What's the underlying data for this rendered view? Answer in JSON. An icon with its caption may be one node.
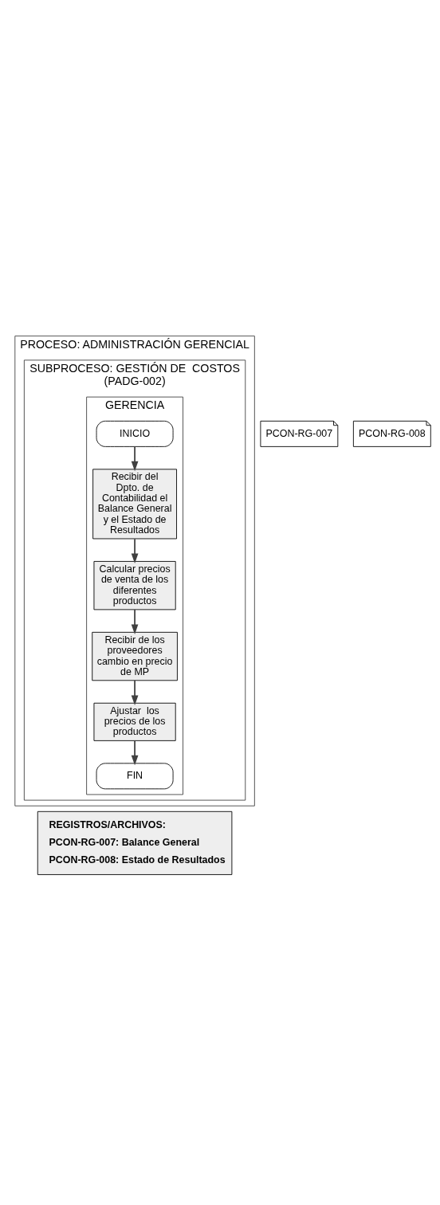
{
  "diagram": {
    "nodes": [
      {
        "text": [
          "PROCESO: ADMINISTRACIÓN GERENCIAL"
        ]
      },
      {
        "text": [
          "SUBPROCESO: GESTIÓN DE  COSTOS (PADG-002)"
        ],
        "in": 0
      },
      {
        "text": [
          "GERENCIA"
        ],
        "in": 1
      },
      {
        "text": [
          "INICIO"
        ],
        "in": 2
      },
      {
        "text": [
          "Recibir del Dpto. de Contabilidad el Balance General y el Estado de Resultados"
        ],
        "in": 2
      },
      {
        "text": [
          "PCON-RG-007"
        ]
      },
      {
        "text": [
          "PCON-RG-008"
        ]
      },
      {
        "text": [
          "Calcular precios de venta de los diferentes productos"
        ],
        "in": 2
      },
      {
        "text": [
          "Recibir de los proveedores cambio en precio de MP"
        ],
        "in": 2
      },
      {
        "text": [
          "Ajustar  los precios de los productos"
        ],
        "in": 2
      },
      {
        "text": [
          "FIN"
        ],
        "in": 2
      },
      {
        "text": [
          "REGISTROS/ARCHIVOS:",
          "PCON-RG-007: Balance General",
          "PCON-RG-008: Estado de Resultados"
        ]
      }
    ],
    "edges": [
      {
        "from": 3,
        "to": 4,
        "arrow": "to"
      },
      {
        "from": 4,
        "to": 7,
        "arrow": "to"
      },
      {
        "from": 7,
        "to": 8,
        "arrow": "to"
      },
      {
        "from": 8,
        "to": 9,
        "arrow": "to"
      },
      {
        "from": 9,
        "to": 10,
        "arrow": "to"
      }
    ]
  }
}
